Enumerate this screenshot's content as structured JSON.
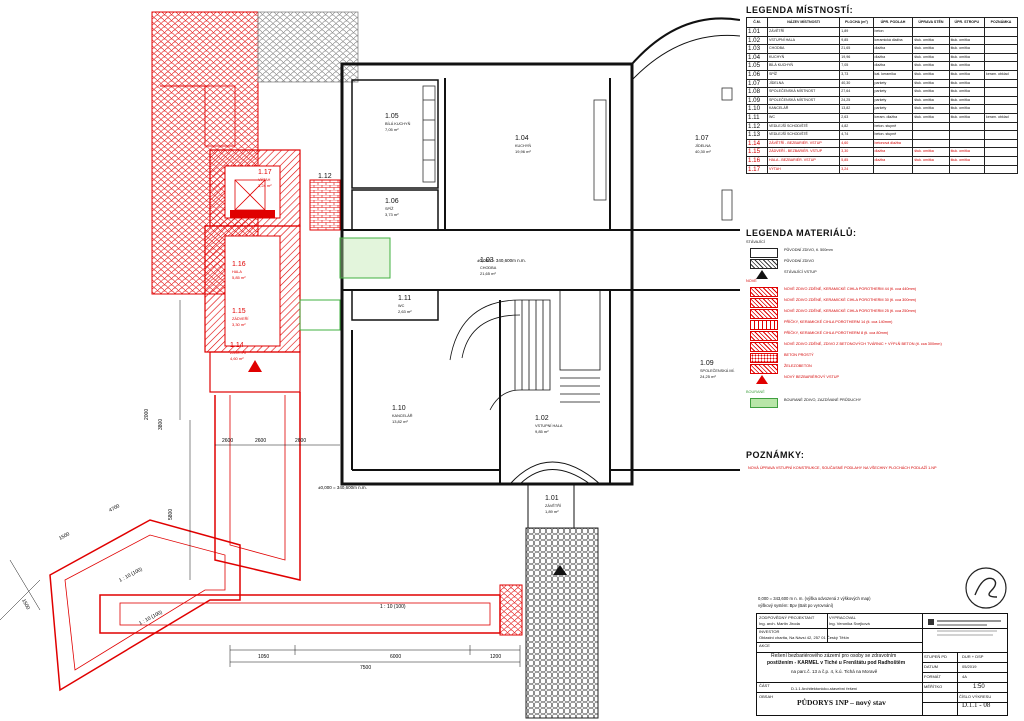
{
  "rooms_legend": {
    "title": "LEGENDA MÍSTNOSTÍ:",
    "headers": [
      "Č.M.",
      "NÁZEV MÍSTNOSTI",
      "PLOCHA (m²)",
      "ÚPR. PODLAH",
      "ÚPRAVA STĚN",
      "ÚPR. STROPU",
      "POZNÁMKA"
    ],
    "rows": [
      {
        "num": "1.01",
        "name": "ZÁVĚTŘÍ",
        "area": "1,89",
        "floor": "beton",
        "walls": "",
        "ceiling": "",
        "note": "",
        "red": false
      },
      {
        "num": "1.02",
        "name": "VSTUPNÍ HALA",
        "area": "9,85",
        "floor": "keramická dlažba",
        "walls": "štuk. omítka",
        "ceiling": "štuk. omítka",
        "note": "",
        "red": false
      },
      {
        "num": "1.03",
        "name": "CHODBA",
        "area": "21,65",
        "floor": "dlažba",
        "walls": "štuk. omítka",
        "ceiling": "štuk. omítka",
        "note": "",
        "red": false
      },
      {
        "num": "1.04",
        "name": "KUCHYŇ",
        "area": "19,96",
        "floor": "dlažba",
        "walls": "štuk. omítka",
        "ceiling": "štuk. omítka",
        "note": "",
        "red": false
      },
      {
        "num": "1.05",
        "name": "BÍLÁ KUCHYŇ",
        "area": "7,05",
        "floor": "dlažba",
        "walls": "štuk. omítka",
        "ceiling": "štuk. omítka",
        "note": "",
        "red": false
      },
      {
        "num": "1.06",
        "name": "SPÍŽ",
        "area": "3,73",
        "floor": "kat. keramika",
        "walls": "štuk. omítka",
        "ceiling": "štuk. omítka",
        "note": "keram. obklad",
        "red": false
      },
      {
        "num": "1.07",
        "name": "JÍDELNA",
        "area": "40,30",
        "floor": "parkety",
        "walls": "štuk. omítka",
        "ceiling": "štuk. omítka",
        "note": "",
        "red": false
      },
      {
        "num": "1.08",
        "name": "SPOLEČENSKÁ MÍSTNOST",
        "area": "27,64",
        "floor": "parkety",
        "walls": "štuk. omítka",
        "ceiling": "štuk. omítka",
        "note": "",
        "red": false
      },
      {
        "num": "1.09",
        "name": "SPOLEČENSKÁ MÍSTNOST",
        "area": "24,25",
        "floor": "parkety",
        "walls": "štuk. omítka",
        "ceiling": "štuk. omítka",
        "note": "",
        "red": false
      },
      {
        "num": "1.10",
        "name": "KANCELÁŘ",
        "area": "13,82",
        "floor": "parkety",
        "walls": "štuk. omítka",
        "ceiling": "štuk. omítka",
        "note": "",
        "red": false
      },
      {
        "num": "1.11",
        "name": "WC",
        "area": "2,63",
        "floor": "keram. dlažba",
        "walls": "štuk. omítka",
        "ceiling": "štuk. omítka",
        "note": "keram. obklad",
        "red": false
      },
      {
        "num": "1.12",
        "name": "VEDLEJŠÍ SCHODIŠTĚ",
        "area": "4,82",
        "floor": "beton. stupně",
        "walls": "",
        "ceiling": "",
        "note": "",
        "red": false
      },
      {
        "num": "1.13",
        "name": "VEDLEJŠÍ SCHODIŠTĚ",
        "area": "4,74",
        "floor": "beton. stupně",
        "walls": "",
        "ceiling": "",
        "note": "",
        "red": false
      },
      {
        "num": "1.14",
        "name": "ZÁVĚTŘÍ - BEZBARIÉR. VSTUP",
        "area": "4,60",
        "floor": "betonová dlažba",
        "walls": "",
        "ceiling": "",
        "note": "",
        "red": true
      },
      {
        "num": "1.15",
        "name": "ZÁDVEŘÍ - BEZBARIÉR. VSTUP",
        "area": "3,30",
        "floor": "dlažba",
        "walls": "štuk. omítka",
        "ceiling": "štuk. omítka",
        "note": "",
        "red": true
      },
      {
        "num": "1.16",
        "name": "HALA - BEZBARIÉR. VSTUP",
        "area": "5,85",
        "floor": "dlažba",
        "walls": "štuk. omítka",
        "ceiling": "štuk. omítka",
        "note": "",
        "red": true
      },
      {
        "num": "1.17",
        "name": "VÝTAH",
        "area": "3,24",
        "floor": "",
        "walls": "",
        "ceiling": "",
        "note": "",
        "red": true
      }
    ]
  },
  "materials_legend": {
    "title": "LEGENDA MATERIÁLŮ:",
    "group_existing": "STÁVAJÍCÍ",
    "group_new": "NOVÉ",
    "group_demolition": "BOURANÉ",
    "existing": [
      {
        "label": "PŮVODNÍ ZDIVO, tl. 500mm",
        "pattern": "plain"
      },
      {
        "label": "PŮVODNÍ ZDIVO",
        "pattern": "hatch"
      },
      {
        "label": "STÁVAJÍCÍ VSTUP",
        "pattern": "triangle"
      }
    ],
    "new": [
      {
        "label": "NOVÉ ZDIVO ZDĚNÉ, KERAMICKÉ CIHLA POROTHERM 44 (tl. cca 440mm)",
        "pattern": "hatch-red"
      },
      {
        "label": "NOVÉ ZDIVO ZDĚNÉ, KERAMICKÉ CIHLA POROTHERM 30 (tl. cca 300mm)",
        "pattern": "hatch-red"
      },
      {
        "label": "NOVÉ ZDIVO ZDĚNÉ, KERAMICKÉ CIHLA POROTHERM 25 (tl. cca 250mm)",
        "pattern": "hatch-red"
      },
      {
        "label": "PŘÍČKY, KERAMICKÉ CIHLA POROTHERM 14 (tl. cca 140mm)",
        "pattern": "brick-red"
      },
      {
        "label": "PŘÍČKY, KERAMICKÉ CIHLA POROTHERM 8 (tl. cca 80mm)",
        "pattern": "hatch-red"
      },
      {
        "label": "NOVÉ ZDIVO ZDĚNÉ, ZDIVO Z BETONOVÝCH TVÁRNIC + VÝPLŇ BETON (tl. cca 300mm)",
        "pattern": "hatch-red"
      },
      {
        "label": "BETON PROSTÝ",
        "pattern": "dots-red"
      },
      {
        "label": "ŽELEZOBETON",
        "pattern": "hatch-red"
      },
      {
        "label": "NOVÝ BEZBARIÉROVÝ VSTUP",
        "pattern": "triangle-red"
      }
    ],
    "demolition": [
      {
        "label": "BOURANÉ ZDIVO, ZAZDÍVANÉ PRŮDUCHY",
        "pattern": "green"
      }
    ]
  },
  "notes": {
    "title": "POZNÁMKY:",
    "text": "NOVÁ ÚPRAVA VSTUPNÍ KONSTRUKCE, SOUČASNÉ PODLAHY NA VŠECHNY PLOCHÁCH PODLAŽÍ 1.NP"
  },
  "plan": {
    "level_label": "±0,000 = 340,600m n.m.",
    "level_label_2": "±0,000 = 340,600m n.m.",
    "rooms": [
      {
        "num": "1.05",
        "name": "BÍLÁ KUCHYŇ",
        "area": "7,05 m²",
        "red": false
      },
      {
        "num": "1.04",
        "name": "KUCHYŇ",
        "area": "19,96 m²",
        "red": false
      },
      {
        "num": "1.07",
        "name": "JÍDELNA",
        "area": "40,30 m²",
        "red": false
      },
      {
        "num": "1.06",
        "name": "SPÍŽ",
        "area": "3,73 m²",
        "red": false
      },
      {
        "num": "1.03",
        "name": "CHODBA",
        "area": "21,65 m²",
        "red": false
      },
      {
        "num": "1.11",
        "name": "WC",
        "area": "2,63 m²",
        "red": false
      },
      {
        "num": "1.10",
        "name": "KANCELÁŘ",
        "area": "13,82 m²",
        "red": false
      },
      {
        "num": "1.02",
        "name": "VSTUPNÍ HALA",
        "area": "9,85 m²",
        "red": false
      },
      {
        "num": "1.09",
        "name": "SPOLEČENSKÁ MÍ.",
        "area": "24,25 m²",
        "red": false
      },
      {
        "num": "1.01",
        "name": "ZÁVĚTŘÍ",
        "area": "1,89 m²",
        "red": false
      },
      {
        "num": "1.17",
        "name": "VÝTAH",
        "area": "3,24 m²",
        "red": true
      },
      {
        "num": "1.12",
        "name": "",
        "area": "",
        "red": false
      },
      {
        "num": "1.16",
        "name": "HALA",
        "area": "5,85 m²",
        "red": true
      },
      {
        "num": "1.15",
        "name": "ZÁDVEŘÍ",
        "area": "3,30 m²",
        "red": true
      },
      {
        "num": "1.14",
        "name": "ZÁVĚTŘÍ",
        "area": "4,60 m²",
        "red": true
      }
    ],
    "ramp_labels": [
      "1 : 10  (100)",
      "1 : 10  (100)",
      "1 : 10  (100)"
    ],
    "dims_bottom": [
      "1050",
      "6000",
      "1200"
    ],
    "dim_total": "7500",
    "dims_left": [
      "4700",
      "1500",
      "1500"
    ],
    "dims_mid": [
      "2600",
      "2600",
      "2600"
    ],
    "vertical_dims": [
      "5800",
      "3800",
      "2000"
    ]
  },
  "title_block": {
    "coords_note_1": "0,000 = 343,600 m n. m. (výška odvozená z výškových map)",
    "coords_note_2": "výškový systém: Bpv (Balt po vyrovnání)",
    "vypracoval_label": "ZODPOVĚDNÝ PROJEKTANT",
    "vypracoval_value": "Ing. arch. Martin Jiroda",
    "kreslil_label": "VYPRACOVAL",
    "kreslil_value": "Ing. Veronika Svejková",
    "investor_label": "INVESTOR",
    "investor_value": "Oblastní charita, Na Návsí 42, 257 01 Český Těšín",
    "akce_label": "AKCE",
    "akce_value_1": "Řešení bezbariérového zázemí pro osoby se zdravotním",
    "akce_value_2": "postižením - KARMEL v Tiché u Frenštátu pod Radhoštěm",
    "akce_value_3": "na parc.č. 13 a č.p. 4, k.ú. Tichá na Moravě",
    "cast_label": "ČÁST",
    "cast_value": "D.1.1 Architektonicko-stavební řešení",
    "obsah_label": "OBSAH",
    "obsah_value": "PŮDORYS 1NP – nový stav",
    "stupen_label": "STUPEŇ PD",
    "stupen_value": "DUR + DSP",
    "datum_label": "DATUM",
    "datum_value": "05/2019",
    "format_label": "FORMÁT",
    "format_value": "4A",
    "meritko_label": "MĚŘÍTKO",
    "meritko_value": "1:50",
    "cislo_label": "ČÍSLO VÝKRESU",
    "cislo_value": "D.1.1 - 08"
  },
  "colors": {
    "new_construction": "#e00000",
    "demolished": "#60c040",
    "existing": "#222222"
  }
}
